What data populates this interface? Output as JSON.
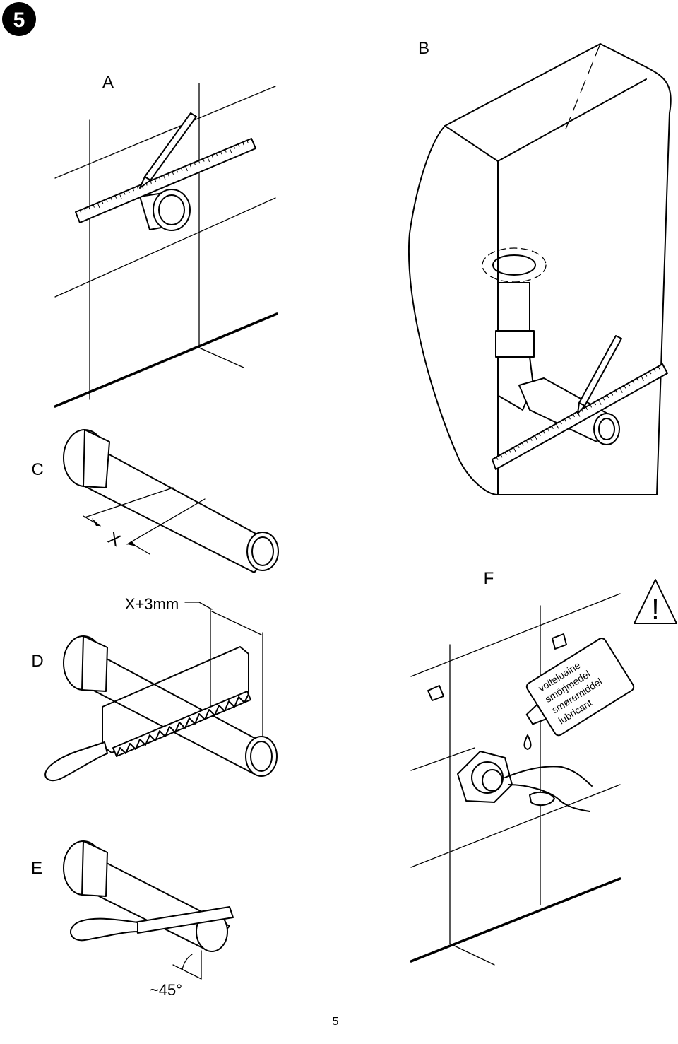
{
  "step_number": "5",
  "panels": {
    "a": "A",
    "b": "B",
    "c": "C",
    "d": "D",
    "e": "E",
    "f": "F"
  },
  "dimensions": {
    "x": "X",
    "x_plus": "X+3mm",
    "angle": "~45°"
  },
  "warning_symbol": "!",
  "lubricant_label": [
    "voiteluaine",
    "smörjmedel",
    "smøremiddel",
    "lubricant"
  ],
  "page_number": "5"
}
